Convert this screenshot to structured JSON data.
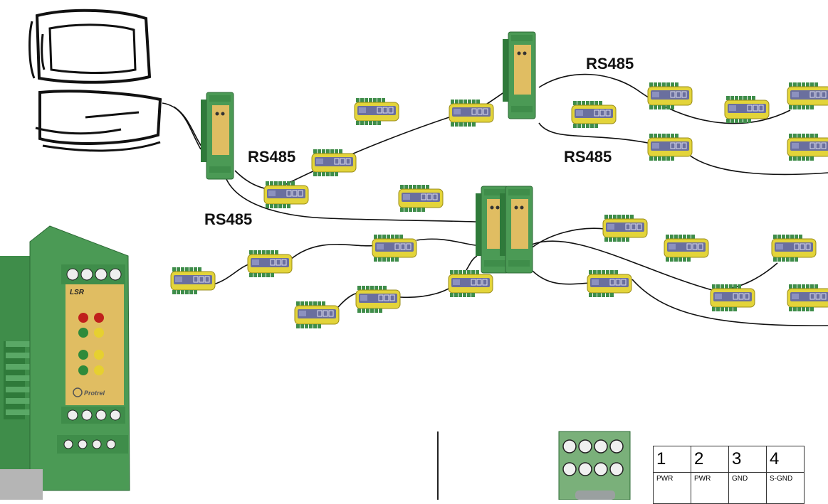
{
  "labels": {
    "rs485_a": "RS485",
    "rs485_b": "RS485",
    "rs485_c": "RS485",
    "rs485_d": "RS485"
  },
  "device": {
    "model": "LSR",
    "brand": "Protrel"
  },
  "pin_table": {
    "numbers": [
      "1",
      "2",
      "3",
      "4"
    ],
    "signals": [
      "PWR",
      "PWR",
      "GND",
      "S-GND"
    ]
  },
  "colors": {
    "module_body": "#e3d43a",
    "module_face": "#6a6f9e",
    "terminal_green": "#3f8d4a",
    "device_green": "#4b9a55",
    "device_face": "#e0bd62",
    "wire": "#111111"
  }
}
